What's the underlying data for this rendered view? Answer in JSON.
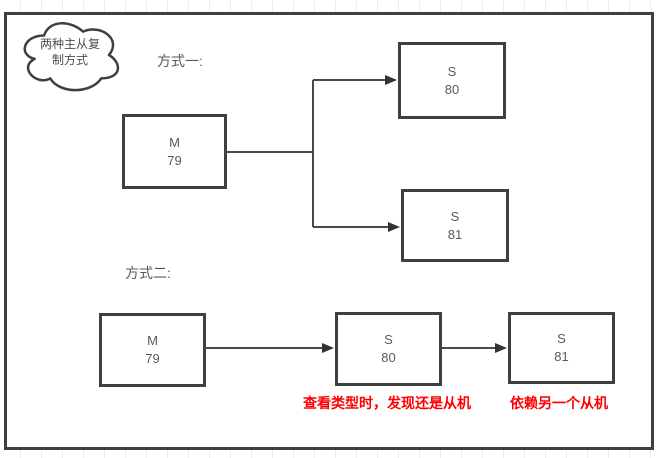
{
  "cloud": {
    "line1": "两种主从复",
    "line2": "制方式"
  },
  "labels": {
    "method1": "方式一:",
    "method2": "方式二:"
  },
  "method1": {
    "master": {
      "role": "M",
      "port": "79"
    },
    "slave1": {
      "role": "S",
      "port": "80"
    },
    "slave2": {
      "role": "S",
      "port": "81"
    }
  },
  "method2": {
    "master": {
      "role": "M",
      "port": "79"
    },
    "slave1": {
      "role": "S",
      "port": "80"
    },
    "slave2": {
      "role": "S",
      "port": "81"
    }
  },
  "annotations": {
    "slave1_note": "查看类型时，发现还是从机",
    "slave2_note": "依赖另一个从机",
    "note_color": "#ff0000"
  },
  "colors": {
    "shape_border": "#404040",
    "connector": "#4a4a4a",
    "node_text": "#595959",
    "grid": "#ececec"
  }
}
